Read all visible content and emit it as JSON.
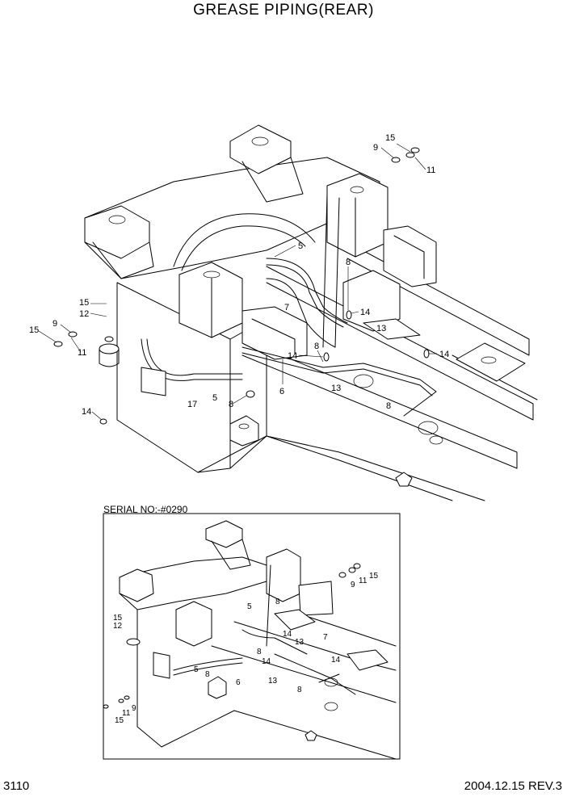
{
  "title": "GREASE PIPING(REAR)",
  "page_number": "3110",
  "revision": "2004.12.15  REV.3",
  "inset": {
    "serial_label": "SERIAL NO:-#0290"
  },
  "main_callouts": [
    "15",
    "9",
    "11",
    "5",
    "8",
    "14",
    "13",
    "7",
    "14",
    "8",
    "14",
    "13",
    "6",
    "17",
    "5",
    "8",
    "8",
    "15",
    "12",
    "9",
    "15",
    "11",
    "14"
  ],
  "inset_callouts": [
    "9",
    "11",
    "15",
    "5",
    "8",
    "15",
    "12",
    "14",
    "13",
    "7",
    "8",
    "14",
    "14",
    "13",
    "5",
    "8",
    "6",
    "8",
    "15",
    "11",
    "9"
  ]
}
